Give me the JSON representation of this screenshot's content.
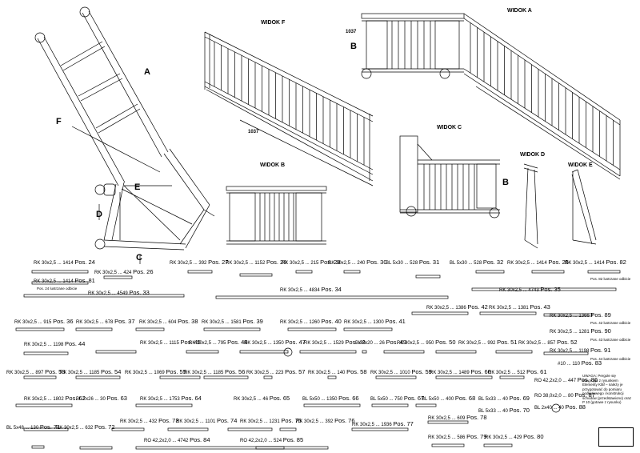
{
  "views": {
    "f": "WIDOK F",
    "a": "WIDOK A",
    "b": "WIDOK B",
    "c": "WIDOK C",
    "d": "WIDOK D",
    "e": "WIDOK E"
  },
  "plan_letters": {
    "a": "A",
    "f": "F",
    "e": "E",
    "d": "D",
    "c": "C",
    "b1": "B",
    "b2": "B"
  },
  "dims": {
    "d1": "1037",
    "d2": "1037"
  },
  "parts": [
    {
      "code": "RK 30x2,5",
      "len": "1414",
      "pos": "Pos. 24"
    },
    {
      "code": "RK 30x2,5",
      "len": "1414",
      "pos": "Pos. 81"
    },
    {
      "code": "RK 30x2,5",
      "len": "424",
      "pos": "Pos. 26"
    },
    {
      "code": "RK 30x2,5",
      "len": "392",
      "pos": "Pos. 27"
    },
    {
      "code": "RK 30x2,5",
      "len": "1152",
      "pos": "Pos. 28"
    },
    {
      "code": "RK 30x2,5",
      "len": "215",
      "pos": "Pos. 29"
    },
    {
      "code": "RK 30x2,5",
      "len": "240",
      "pos": "Pos. 30"
    },
    {
      "code": "BL 5x30",
      "len": "528",
      "pos": "Pos. 31"
    },
    {
      "code": "BL 5x30",
      "len": "528",
      "pos": "Pos. 32"
    },
    {
      "code": "RK 30x2,5",
      "len": "1414",
      "pos": "Pos. 25"
    },
    {
      "code": "RK 30x2,5",
      "len": "1414",
      "pos": "Pos. 82"
    },
    {
      "code": "RK 30x2,5",
      "len": "4549",
      "pos": "Pos. 33"
    },
    {
      "code": "RK 30x2,5",
      "len": "4834",
      "pos": "Pos. 34"
    },
    {
      "code": "RK 30x2,5",
      "len": "4743",
      "pos": "Pos. 35"
    },
    {
      "code": "RK 30x2,5",
      "len": "1386",
      "pos": "Pos. 42"
    },
    {
      "code": "RK 30x2,5",
      "len": "1381",
      "pos": "Pos. 43"
    },
    {
      "code": "RK 30x2,5",
      "len": "1366",
      "pos": "Pos. 89"
    },
    {
      "code": "RK 30x2,5",
      "len": "915",
      "pos": "Pos. 36"
    },
    {
      "code": "RK 30x2,5",
      "len": "678",
      "pos": "Pos. 37"
    },
    {
      "code": "RK 30x2,5",
      "len": "604",
      "pos": "Pos. 38"
    },
    {
      "code": "RK 30x2,5",
      "len": "1581",
      "pos": "Pos. 39"
    },
    {
      "code": "RK 30x2,5",
      "len": "1260",
      "pos": "Pos. 40"
    },
    {
      "code": "RK 30x2,5",
      "len": "1300",
      "pos": "Pos. 41"
    },
    {
      "code": "RK 30x2,5",
      "len": "1281",
      "pos": "Pos. 90"
    },
    {
      "code": "RK 30x2,5",
      "len": "1198",
      "pos": "Pos. 44"
    },
    {
      "code": "RK 30x2,5",
      "len": "1115",
      "pos": "Pos. 45"
    },
    {
      "code": "RK 30x2,5",
      "len": "795",
      "pos": "Pos. 46"
    },
    {
      "code": "RK 30x2,5",
      "len": "1350",
      "pos": "Pos. 47"
    },
    {
      "code": "RK 30x2,5",
      "len": "1529",
      "pos": "Pos. 48"
    },
    {
      "code": "BL 2x20",
      "len": "26",
      "pos": "Pos. 49"
    },
    {
      "code": "RK 30x2,5",
      "len": "950",
      "pos": "Pos. 50"
    },
    {
      "code": "RK 30x2,5",
      "len": "992",
      "pos": "Pos. 51"
    },
    {
      "code": "RK 30x2,5",
      "len": "857",
      "pos": "Pos. 52"
    },
    {
      "code": "RK 30x2,5",
      "len": "1198",
      "pos": "Pos. 91"
    },
    {
      "code": "#10",
      "len": "110",
      "pos": "Pos. 83"
    },
    {
      "code": "RK 30x2,5",
      "len": "897",
      "pos": "Pos. 53"
    },
    {
      "code": "RK 30x2,5",
      "len": "1185",
      "pos": "Pos. 54"
    },
    {
      "code": "RK 30x2,5",
      "len": "1069",
      "pos": "Pos. 55"
    },
    {
      "code": "RK 30x2,5",
      "len": "1185",
      "pos": "Pos. 56"
    },
    {
      "code": "RK 30x2,5",
      "len": "223",
      "pos": "Pos. 57"
    },
    {
      "code": "RK 30x2,5",
      "len": "140",
      "pos": "Pos. 58"
    },
    {
      "code": "RK 30x2,5",
      "len": "1010",
      "pos": "Pos. 59"
    },
    {
      "code": "RK 30x2,5",
      "len": "1489",
      "pos": "Pos. 60"
    },
    {
      "code": "RK 30x2,5",
      "len": "512",
      "pos": "Pos. 61"
    },
    {
      "code": "RO 42,2x2,0",
      "len": "447",
      "pos": "Pos. 86"
    },
    {
      "code": "RK 30x2,5",
      "len": "1802",
      "pos": "Pos. 62"
    },
    {
      "code": "BL 2x26",
      "len": "30",
      "pos": "Pos. 63"
    },
    {
      "code": "RK 30x2,5",
      "len": "1753",
      "pos": "Pos. 64"
    },
    {
      "code": "RK 30x2,5",
      "len": "46",
      "pos": "Pos. 65"
    },
    {
      "code": "BL 5x50",
      "len": "1350",
      "pos": "Pos. 66"
    },
    {
      "code": "BL 5x50",
      "len": "750",
      "pos": "Pos. 67"
    },
    {
      "code": "BL 5x50",
      "len": "400",
      "pos": "Pos. 68"
    },
    {
      "code": "BL 5x33",
      "len": "40",
      "pos": "Pos. 69"
    },
    {
      "code": "RO 38,0x2,0",
      "len": "80",
      "pos": "Pos. 87"
    },
    {
      "code": "BL 5x33",
      "len": "40",
      "pos": "Pos. 70"
    },
    {
      "code": "BL 2x40",
      "len": "40",
      "pos": "Pos. 88"
    },
    {
      "code": "BL 5x48",
      "len": "130",
      "pos": "Pos. 71"
    },
    {
      "code": "RK 30x2,5",
      "len": "632",
      "pos": "Pos. 72"
    },
    {
      "code": "RK 30x2,5",
      "len": "432",
      "pos": "Pos. 73"
    },
    {
      "code": "RK 30x2,5",
      "len": "1101",
      "pos": "Pos. 74"
    },
    {
      "code": "RK 30x2,5",
      "len": "1231",
      "pos": "Pos. 75"
    },
    {
      "code": "RK 30x2,5",
      "len": "392",
      "pos": "Pos. 76"
    },
    {
      "code": "RK 30x2,5",
      "len": "1936",
      "pos": "Pos. 77"
    },
    {
      "code": "RK 30x2,5",
      "len": "609",
      "pos": "Pos. 78"
    },
    {
      "code": "RK 30x2,5",
      "len": "586",
      "pos": "Pos. 79"
    },
    {
      "code": "RK 30x2,5",
      "len": "429",
      "pos": "Pos. 80"
    },
    {
      "code": "RO 42,2x2,0",
      "len": "4742",
      "pos": "Pos. 84"
    },
    {
      "code": "RO 42,2x2,0",
      "len": "524",
      "pos": "Pos. 85"
    }
  ],
  "notes": {
    "n24": "Pos. 24 lustrzane odbicie",
    "n82": "Pos. 82 lustrzane odbicie",
    "n89": "Pos. 42 lustrzane odbicie",
    "n90": "Pos. 43 lustrzane odbicie",
    "n91": "Pos. 44 lustrzane odbicie",
    "main": "UWAGA: Pergole się integrując z rysunkiem Elementy Kläf – należy je przygotować do pomiaru podłodowego i konstrukcji schodów (przedstawiono) oraz P 10 (gotowe z rysunku)"
  }
}
